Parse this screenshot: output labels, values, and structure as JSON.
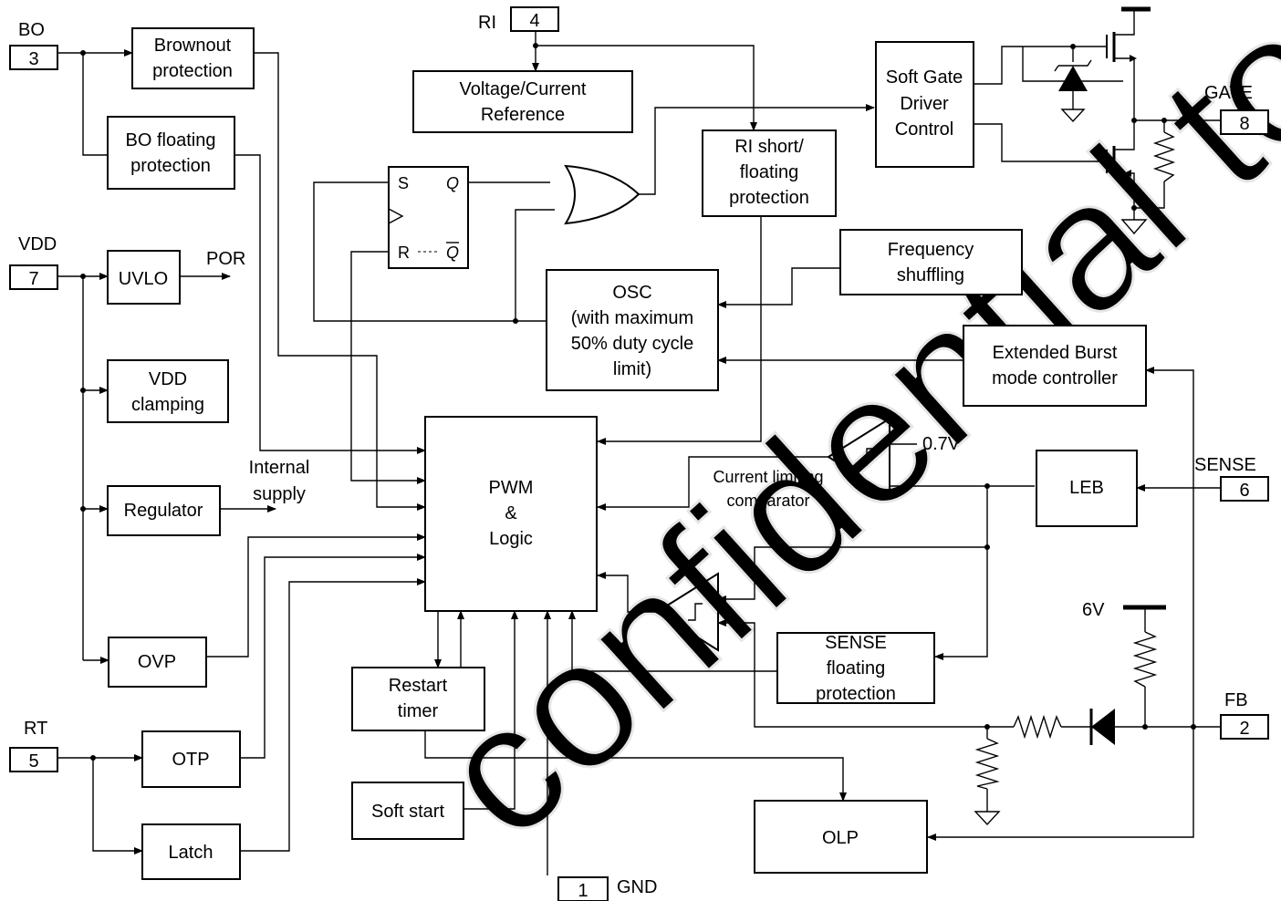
{
  "watermark": "confidential to ONA",
  "pins": {
    "bo": {
      "label": "BO",
      "number": "3"
    },
    "ri": {
      "label": "RI",
      "number": "4"
    },
    "vdd": {
      "label": "VDD",
      "number": "7"
    },
    "rt": {
      "label": "RT",
      "number": "5"
    },
    "gnd": {
      "label": "GND",
      "number": "1"
    },
    "gate": {
      "label": "GATE",
      "number": "8"
    },
    "sense": {
      "label": "SENSE",
      "number": "6"
    },
    "fb": {
      "label": "FB",
      "number": "2"
    }
  },
  "blocks": {
    "brownout": [
      "Brownout",
      "protection"
    ],
    "bo_floating": [
      "BO floating",
      "protection"
    ],
    "uvlo": "UVLO",
    "vdd_clamping": [
      "VDD",
      "clamping"
    ],
    "regulator": "Regulator",
    "ovp": "OVP",
    "otp": "OTP",
    "latch": "Latch",
    "voltage_reference": [
      "Voltage/Current",
      "Reference"
    ],
    "flipflop": {
      "s": "S",
      "q": "Q",
      "r": "R",
      "qbar": "Q"
    },
    "ri_protection": [
      "RI short/",
      "floating",
      "protection"
    ],
    "soft_gate": [
      "Soft Gate",
      "Driver",
      "Control"
    ],
    "frequency_shuffling": [
      "Frequency",
      "shuffling"
    ],
    "osc": [
      "OSC",
      "(with maximum",
      "50% duty cycle",
      "limit)"
    ],
    "burst": [
      "Extended Burst",
      "mode controller"
    ],
    "pwm": [
      "PWM",
      "&",
      "Logic"
    ],
    "leb": "LEB",
    "sense_floating": [
      "SENSE",
      "floating",
      "protection"
    ],
    "restart_timer": [
      "Restart",
      "timer"
    ],
    "soft_start": "Soft start",
    "olp": "OLP"
  },
  "labels": {
    "por": "POR",
    "internal_supply": [
      "Internal",
      "supply"
    ],
    "v07": "0.7V",
    "current_limiting": [
      "Current limiting",
      "comparator"
    ],
    "v6": "6V"
  }
}
